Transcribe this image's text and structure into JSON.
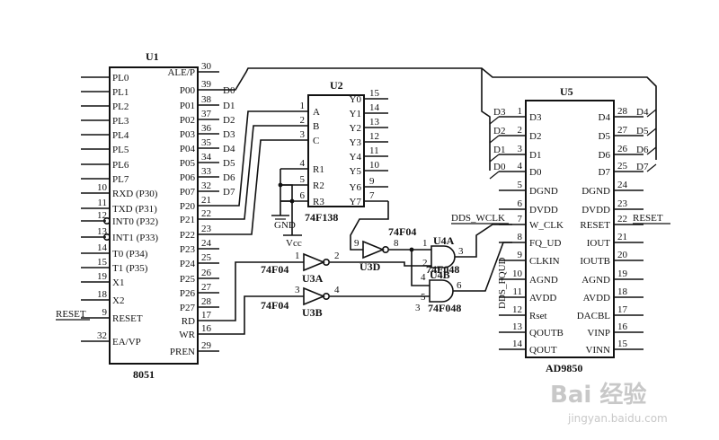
{
  "u1": {
    "ref": "U1",
    "part": "8051",
    "left_pins": [
      {
        "num": "",
        "name": "PL0"
      },
      {
        "num": "",
        "name": "PL1"
      },
      {
        "num": "",
        "name": "PL2"
      },
      {
        "num": "",
        "name": "PL3"
      },
      {
        "num": "",
        "name": "PL4"
      },
      {
        "num": "",
        "name": "PL5"
      },
      {
        "num": "",
        "name": "PL6"
      },
      {
        "num": "",
        "name": "PL7"
      },
      {
        "num": "10",
        "name": "RXD (P30)"
      },
      {
        "num": "11",
        "name": "TXD (P31)"
      },
      {
        "num": "12",
        "name": "INT0 (P32)"
      },
      {
        "num": "13",
        "name": "INT1 (P33)"
      },
      {
        "num": "14",
        "name": "T0 (P34)"
      },
      {
        "num": "15",
        "name": "T1 (P35)"
      },
      {
        "num": "19",
        "name": "X1"
      },
      {
        "num": "18",
        "name": "X2"
      },
      {
        "num": "9",
        "name": "RESET"
      },
      {
        "num": "32",
        "name": "EA/VP"
      }
    ],
    "right_pins": [
      {
        "num": "30",
        "name": "ALE/P"
      },
      {
        "num": "39",
        "name": "P00"
      },
      {
        "num": "38",
        "name": "P01"
      },
      {
        "num": "37",
        "name": "P02"
      },
      {
        "num": "36",
        "name": "P03"
      },
      {
        "num": "35",
        "name": "P04"
      },
      {
        "num": "34",
        "name": "P05"
      },
      {
        "num": "33",
        "name": "P06"
      },
      {
        "num": "32",
        "name": "P07"
      },
      {
        "num": "21",
        "name": "P20"
      },
      {
        "num": "22",
        "name": "P21"
      },
      {
        "num": "23",
        "name": "P22"
      },
      {
        "num": "24",
        "name": "P23"
      },
      {
        "num": "25",
        "name": "P24"
      },
      {
        "num": "26",
        "name": "P25"
      },
      {
        "num": "27",
        "name": "P26"
      },
      {
        "num": "28",
        "name": "P27"
      },
      {
        "num": "17",
        "name": "RD"
      },
      {
        "num": "16",
        "name": "WR"
      },
      {
        "num": "29",
        "name": "PREN"
      }
    ],
    "data_labels": [
      "D0",
      "D1",
      "D2",
      "D3",
      "D4",
      "D5",
      "D6",
      "D7"
    ],
    "reset_net": "RESET"
  },
  "u2": {
    "ref": "U2",
    "part": "74F138",
    "inputs": [
      {
        "num": "1",
        "name": "A"
      },
      {
        "num": "2",
        "name": "B"
      },
      {
        "num": "3",
        "name": "C"
      },
      {
        "num": "4",
        "name": "R1"
      },
      {
        "num": "5",
        "name": "R2"
      },
      {
        "num": "6",
        "name": "R3"
      }
    ],
    "outputs": [
      {
        "num": "15",
        "name": "Y0"
      },
      {
        "num": "14",
        "name": "Y1"
      },
      {
        "num": "13",
        "name": "Y2"
      },
      {
        "num": "12",
        "name": "Y3"
      },
      {
        "num": "11",
        "name": "Y4"
      },
      {
        "num": "10",
        "name": "Y5"
      },
      {
        "num": "9",
        "name": "Y6"
      },
      {
        "num": "7",
        "name": "Y7"
      }
    ],
    "gnd": "GND",
    "vcc": "Vcc"
  },
  "gates": {
    "u3d": {
      "ref": "U3D",
      "part": "74F04",
      "in": "9",
      "out": "8"
    },
    "u3a": {
      "ref": "U3A",
      "part": "74F04",
      "in": "1",
      "out": "2"
    },
    "u3b": {
      "ref": "U3B",
      "part": "74F04",
      "in": "3",
      "out": "4"
    },
    "u4a": {
      "ref": "U4A",
      "part": "74F048",
      "in1": "1",
      "in2": "2",
      "out": "3"
    },
    "u4b": {
      "ref": "U4B",
      "part": "74F048",
      "in1": "4",
      "in2": "5",
      "out": "6"
    }
  },
  "nets": {
    "w_clk": "DDS_WCLK",
    "fq_ud": "DDS_FQUD"
  },
  "u5": {
    "ref": "U5",
    "part": "AD9850",
    "left_pins": [
      {
        "num": "1",
        "name": "D3"
      },
      {
        "num": "2",
        "name": "D2"
      },
      {
        "num": "3",
        "name": "D1"
      },
      {
        "num": "4",
        "name": "D0"
      },
      {
        "num": "5",
        "name": "DGND"
      },
      {
        "num": "6",
        "name": "DVDD"
      },
      {
        "num": "7",
        "name": "W_CLK"
      },
      {
        "num": "8",
        "name": "FQ_UD"
      },
      {
        "num": "9",
        "name": "CLKIN"
      },
      {
        "num": "10",
        "name": "AGND"
      },
      {
        "num": "11",
        "name": "AVDD"
      },
      {
        "num": "12",
        "name": "Rset"
      },
      {
        "num": "13",
        "name": "QOUTB"
      },
      {
        "num": "14",
        "name": "QOUT"
      }
    ],
    "right_pins": [
      {
        "num": "28",
        "name": "D4"
      },
      {
        "num": "27",
        "name": "D5"
      },
      {
        "num": "26",
        "name": "D6"
      },
      {
        "num": "25",
        "name": "D7"
      },
      {
        "num": "24",
        "name": "DGND"
      },
      {
        "num": "23",
        "name": "DVDD"
      },
      {
        "num": "22",
        "name": "RESET"
      },
      {
        "num": "21",
        "name": "IOUT"
      },
      {
        "num": "20",
        "name": "IOUTB"
      },
      {
        "num": "19",
        "name": "AGND"
      },
      {
        "num": "18",
        "name": "AVDD"
      },
      {
        "num": "17",
        "name": "DACBL"
      },
      {
        "num": "16",
        "name": "VINP"
      },
      {
        "num": "15",
        "name": "VINN"
      }
    ],
    "ext_left_labels": [
      "D3",
      "D2",
      "D1",
      "D0"
    ],
    "ext_right_labels": [
      "D4",
      "D5",
      "D6",
      "D7"
    ],
    "reset_net": "RESET"
  },
  "watermark": {
    "logo": "Bai 经验",
    "url": "jingyan.baidu.com"
  }
}
